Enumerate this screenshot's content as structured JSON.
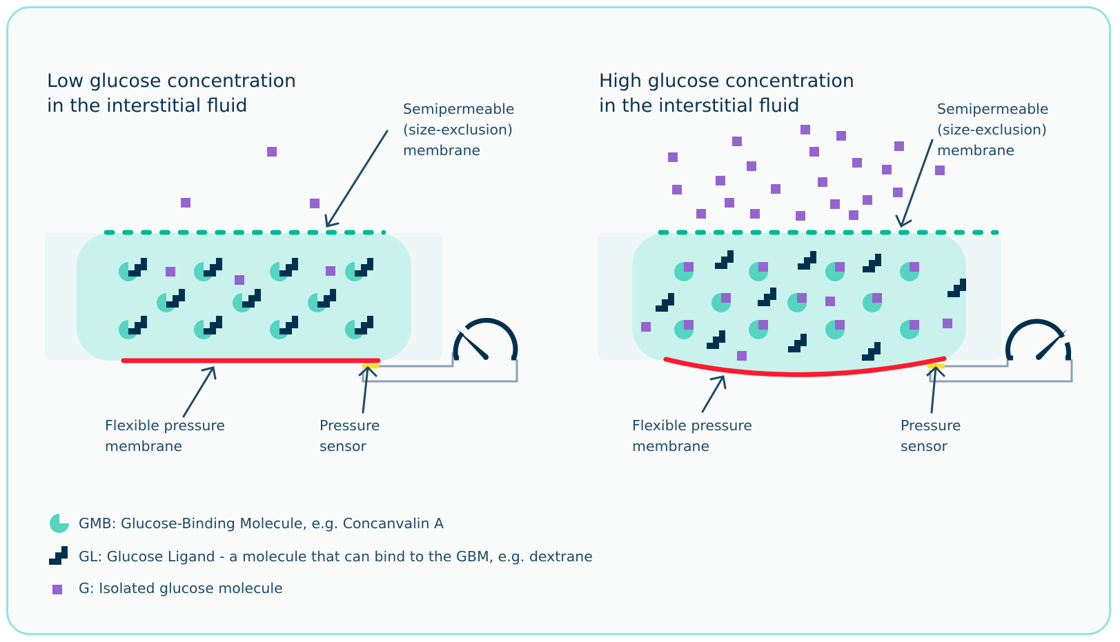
{
  "colors": {
    "frame_border": "#93e6d5",
    "background": "#f9fbfb",
    "chamber_outer": "#eef7f8",
    "chamber_inner": "#c9f2ec",
    "semipermeable_dash": "#00b894",
    "gmb": "#55d4c1",
    "gl": "#00304f",
    "glucose": "#9464d0",
    "pressure_membrane": "#ff1a2e",
    "pressure_sensor": "#ffdf2e",
    "wire": "#8aa1b1",
    "text_dark": "#0b3350",
    "text_label": "#1e4a66"
  },
  "panels": [
    {
      "id": "low",
      "title_lines": [
        "Low glucose concentration",
        "in the interstitial fluid"
      ],
      "semipermeable_label": [
        "Semipermeable",
        "(size-exclusion)",
        "membrane"
      ],
      "flexible_label": [
        "Flexible pressure",
        "membrane"
      ],
      "sensor_label": [
        "Pressure",
        "sensor"
      ],
      "gauge_reading": "low",
      "membrane_state": "flat",
      "outside_glucose_count": 3,
      "inside_free_glucose_count": 3,
      "bound_complexes": "GMB bound to GL (11)"
    },
    {
      "id": "high",
      "title_lines": [
        "High glucose concentration",
        "in the interstitial fluid"
      ],
      "semipermeable_label": [
        "Semipermeable",
        "(size-exclusion)",
        "membrane"
      ],
      "flexible_label": [
        "Flexible pressure",
        "membrane"
      ],
      "sensor_label": [
        "Pressure",
        "sensor"
      ],
      "gauge_reading": "high",
      "membrane_state": "bulged",
      "outside_glucose_count": 22,
      "inside_free_glucose_count": 4,
      "bound_complexes": "GMB bound to G (11), GL free (9)"
    }
  ],
  "legend": [
    {
      "icon": "gmb-icon",
      "text": "GMB: Glucose-Binding Molecule, e.g. Concanvalin A"
    },
    {
      "icon": "gl-icon",
      "text": "GL: Glucose Ligand - a molecule that can bind to the GBM, e.g. dextrane"
    },
    {
      "icon": "glucose-icon",
      "text": "G: Isolated glucose molecule"
    }
  ]
}
